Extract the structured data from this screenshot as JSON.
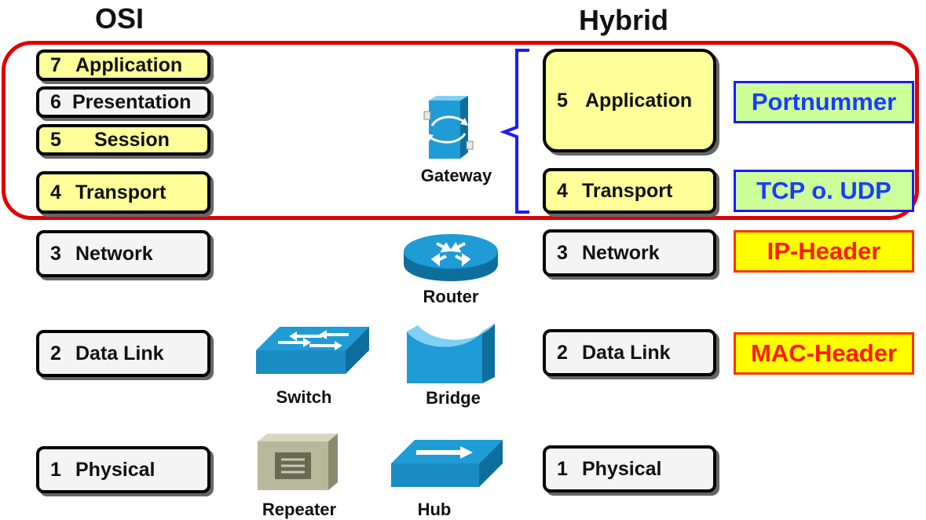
{
  "osi": {
    "title": "OSI",
    "layers": [
      {
        "num": "7",
        "name": "Application"
      },
      {
        "num": "6",
        "name": "Presentation"
      },
      {
        "num": "5",
        "name": "Session"
      },
      {
        "num": "4",
        "name": "Transport"
      },
      {
        "num": "3",
        "name": "Network"
      },
      {
        "num": "2",
        "name": "Data Link"
      },
      {
        "num": "1",
        "name": "Physical"
      }
    ]
  },
  "hybrid": {
    "title": "Hybrid",
    "layers": [
      {
        "num": "5",
        "name": "Application"
      },
      {
        "num": "4",
        "name": "Transport"
      },
      {
        "num": "3",
        "name": "Network"
      },
      {
        "num": "2",
        "name": "Data Link"
      },
      {
        "num": "1",
        "name": "Physical"
      }
    ]
  },
  "tags": {
    "portnummer": "Portnummer",
    "tcp_udp": "TCP o. UDP",
    "ip_header": "IP-Header",
    "mac_header": "MAC-Header"
  },
  "devices": {
    "gateway": "Gateway",
    "router": "Router",
    "switch": "Switch",
    "bridge": "Bridge",
    "repeater": "Repeater",
    "hub": "Hub"
  },
  "colors": {
    "highlight_layer": "#ffff99",
    "plain_layer": "#f4f4f4",
    "frame": "#e00000",
    "device_blue": "#1f9bd6",
    "bracket": "#1a1aff"
  }
}
